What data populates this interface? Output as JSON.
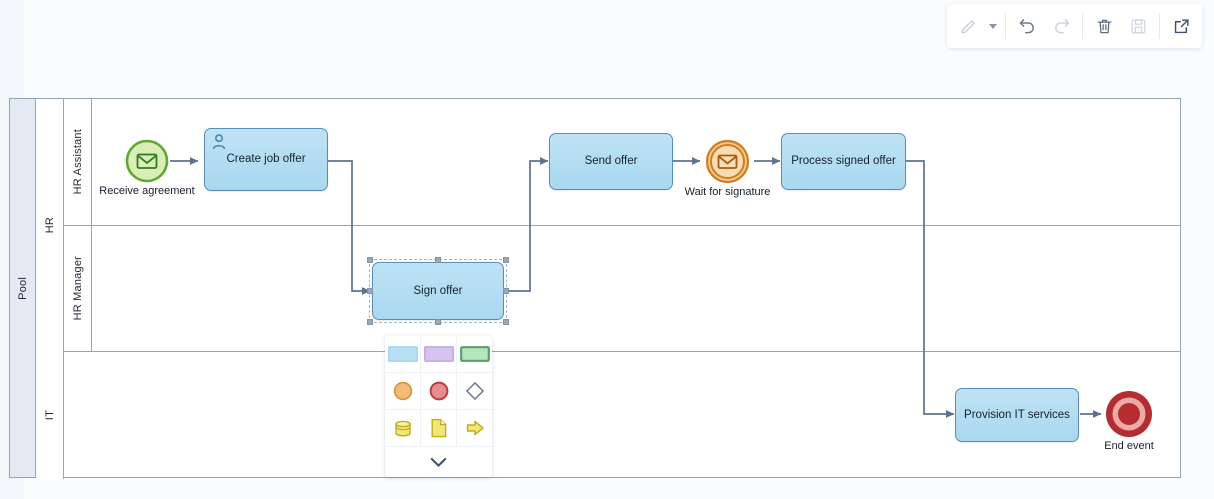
{
  "app": {
    "title": "BPMN Process Editor",
    "canvas_background": "#fbfcfe"
  },
  "toolbar": {
    "items": [
      {
        "name": "pencil-icon",
        "label": "Edit",
        "state": "disabled"
      },
      {
        "name": "caret-down-icon",
        "label": "Edit options",
        "state": "enabled"
      },
      {
        "name": "undo-icon",
        "label": "Undo",
        "state": "enabled"
      },
      {
        "name": "redo-icon",
        "label": "Redo",
        "state": "disabled"
      },
      {
        "name": "trash-icon",
        "label": "Delete",
        "state": "enabled"
      },
      {
        "name": "save-icon",
        "label": "Save",
        "state": "disabled"
      },
      {
        "name": "export-icon",
        "label": "Open in new window",
        "state": "enabled"
      }
    ]
  },
  "diagram": {
    "pool": {
      "label": "Pool"
    },
    "lanes": [
      {
        "label": "HR",
        "sublanes": [
          {
            "label": "HR Assistant"
          },
          {
            "label": "HR Manager"
          }
        ]
      },
      {
        "label": "IT",
        "sublanes": []
      }
    ],
    "nodes": [
      {
        "id": "start",
        "type": "message-start-event",
        "label": "Receive agreement",
        "lane": "HR Assistant",
        "color": "#8dc63f"
      },
      {
        "id": "create",
        "type": "user-task",
        "label": "Create job offer",
        "lane": "HR Assistant",
        "color": "#a8d8f0"
      },
      {
        "id": "sign",
        "type": "task",
        "label": "Sign offer",
        "lane": "HR Manager",
        "color": "#a8d8f0",
        "selected": true
      },
      {
        "id": "send",
        "type": "task",
        "label": "Send offer",
        "lane": "HR Assistant",
        "color": "#a8d8f0"
      },
      {
        "id": "wait",
        "type": "intermediate-message-catch-event",
        "label": "Wait for signature",
        "lane": "HR Assistant",
        "color": "#d98c2b"
      },
      {
        "id": "process",
        "type": "task",
        "label": "Process signed offer",
        "lane": "HR Assistant",
        "color": "#a8d8f0"
      },
      {
        "id": "provision",
        "type": "task",
        "label": "Provision IT services",
        "lane": "IT",
        "color": "#a8d8f0"
      },
      {
        "id": "end",
        "type": "terminate-end-event",
        "label": "End event",
        "lane": "IT",
        "color": "#b52d30"
      }
    ],
    "flows": [
      {
        "from": "start",
        "to": "create"
      },
      {
        "from": "create",
        "to": "sign"
      },
      {
        "from": "sign",
        "to": "send"
      },
      {
        "from": "send",
        "to": "wait"
      },
      {
        "from": "wait",
        "to": "process"
      },
      {
        "from": "process",
        "to": "provision"
      },
      {
        "from": "provision",
        "to": "end"
      }
    ]
  },
  "palette": {
    "rows": [
      [
        {
          "name": "task-shape",
          "label": "Task",
          "color": "#b9e0f2"
        },
        {
          "name": "subprocess-shape",
          "label": "Sub-process",
          "color": "#ceb8ea"
        },
        {
          "name": "event-subprocess-shape",
          "label": "Event sub-process",
          "color": "#a9dfb4"
        }
      ],
      [
        {
          "name": "intermediate-event-shape",
          "label": "Intermediate event",
          "color": "#efab5a"
        },
        {
          "name": "end-event-shape",
          "label": "End event",
          "color": "#d3545c"
        },
        {
          "name": "gateway-shape",
          "label": "Gateway",
          "color": "#7b8a9b"
        }
      ],
      [
        {
          "name": "data-store-shape",
          "label": "Data store",
          "color": "#e8e05a"
        },
        {
          "name": "data-object-shape",
          "label": "Data object",
          "color": "#e8e05a"
        },
        {
          "name": "arrow-shape",
          "label": "Arrow",
          "color": "#d6c52e"
        }
      ]
    ],
    "more": {
      "name": "chevron-down-icon",
      "label": "More shapes"
    }
  }
}
